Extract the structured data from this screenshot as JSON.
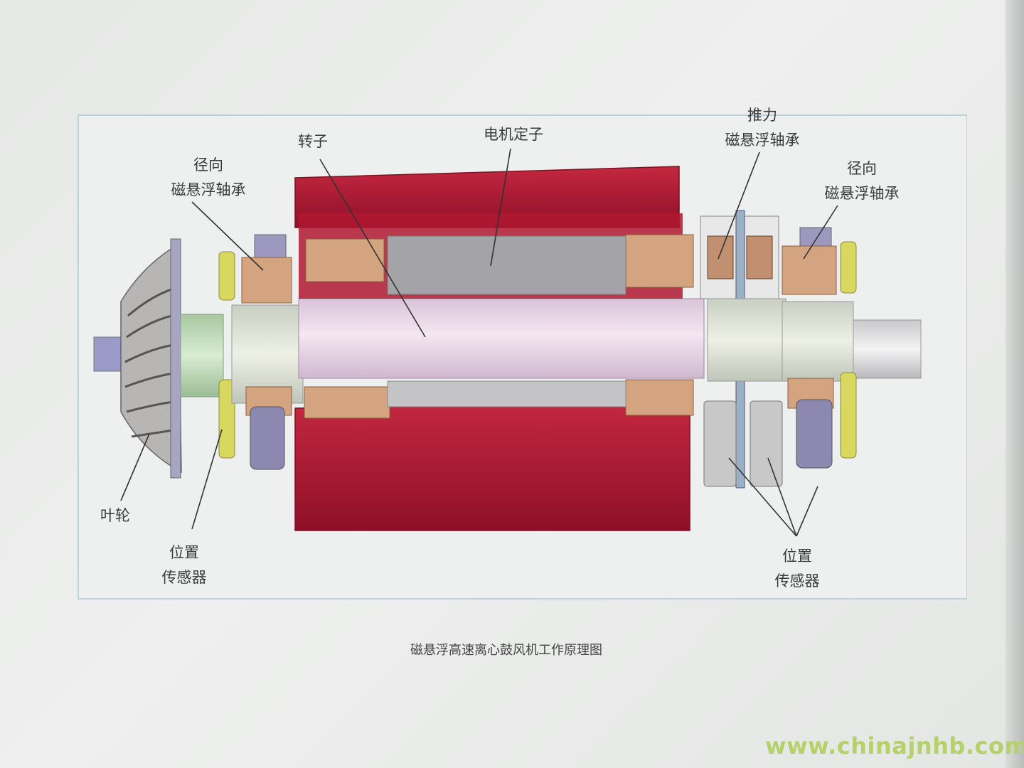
{
  "labels": {
    "rotor": "转子",
    "motor_stator": "电机定子",
    "radial_bearing_left": [
      "径向",
      "磁悬浮轴承"
    ],
    "thrust_bearing": [
      "推力",
      "磁悬浮轴承"
    ],
    "radial_bearing_right": [
      "径向",
      "磁悬浮轴承"
    ],
    "impeller": "叶轮",
    "position_sensor_left": [
      "位置",
      "传感器"
    ],
    "position_sensor_right": [
      "位置",
      "传感器"
    ]
  },
  "caption": "磁悬浮高速离心鼓风机工作原理图",
  "watermark": "www.chinajnhb.com",
  "colors": {
    "stator_red": "#b01830",
    "winding_tan": "#d4a380",
    "rotor_pink": "#ecd6e8",
    "bearing_purple": "#8c88b0",
    "sensor_yellow": "#d8d860",
    "frame_line": "#a8c8d8",
    "watermark_green": "#b5d16a"
  }
}
